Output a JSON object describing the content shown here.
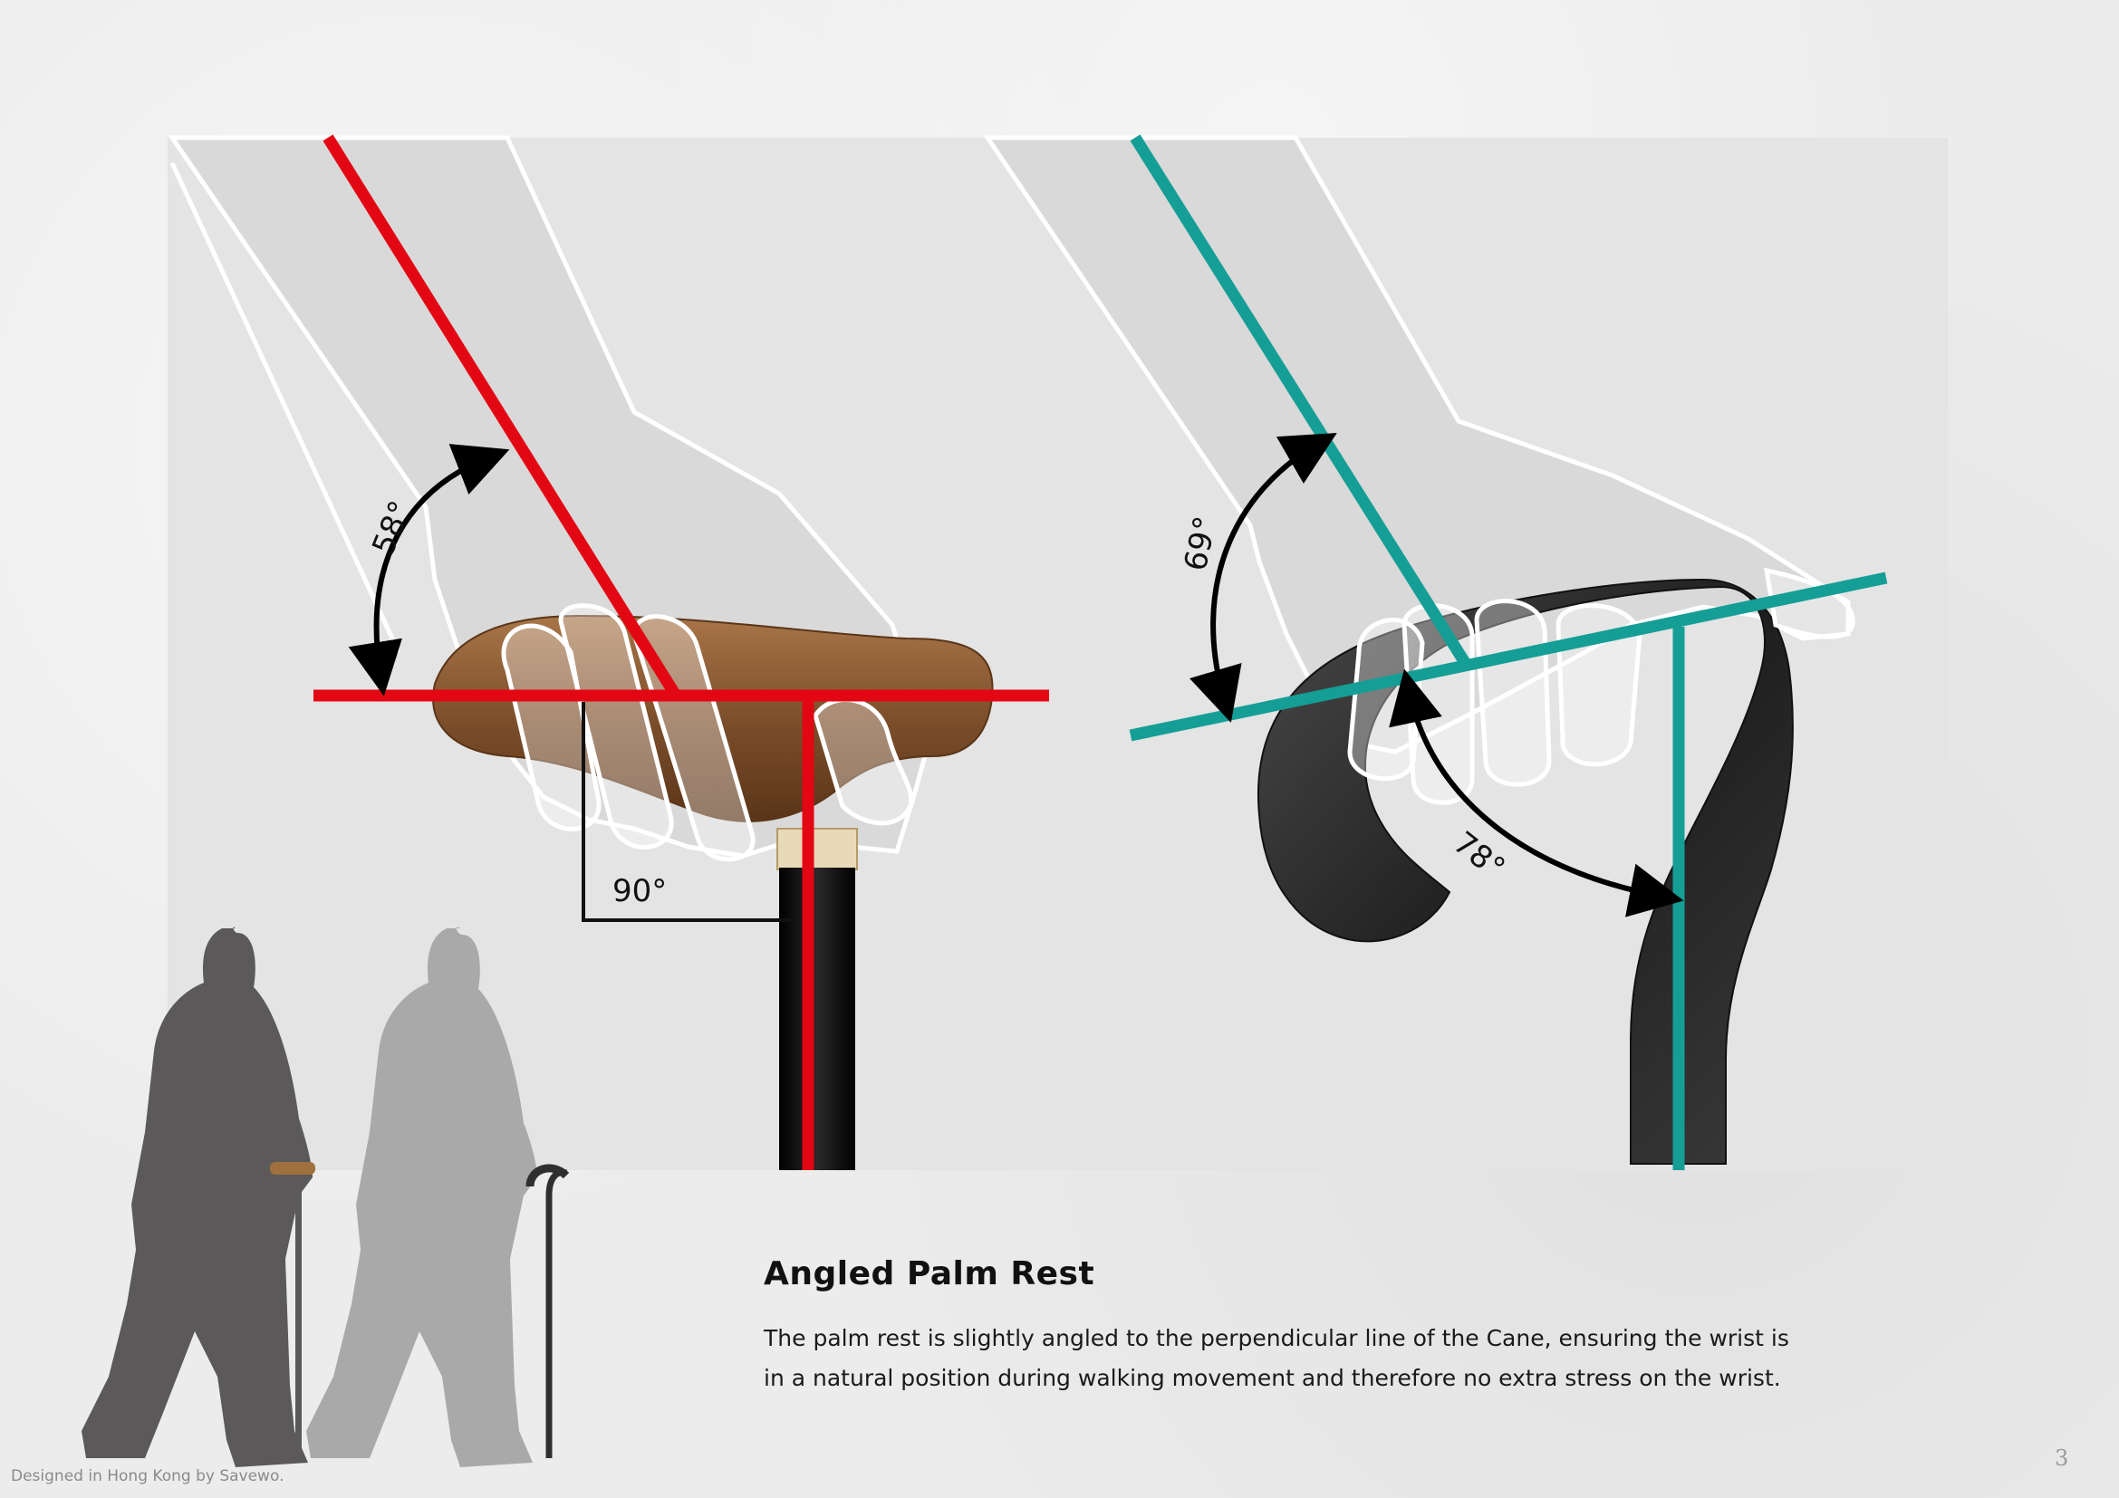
{
  "diagram": {
    "title": "Angled Palm Rest",
    "description": "The palm rest is slightly angled to the perpendicular line of the Cane, ensuring the wrist is in a natural position during walking movement and therefore no extra stress on the wrist.",
    "left_comparison": {
      "line_color": "#e30613",
      "arm_angle_label": "58°",
      "right_angle_label": "90°"
    },
    "right_comparison": {
      "line_color": "#159e96",
      "arm_angle_label": "69°",
      "rest_angle_label": "78°"
    }
  },
  "footer": {
    "credit": "Designed in Hong Kong by Savewo.",
    "page_number": "3"
  },
  "colors": {
    "panel": "#e6e6e6",
    "silhouette_dark": "#5b5959",
    "silhouette_light": "#a9a9a9",
    "wood": "#8a5a34",
    "carbon": "#2a2a2a"
  }
}
